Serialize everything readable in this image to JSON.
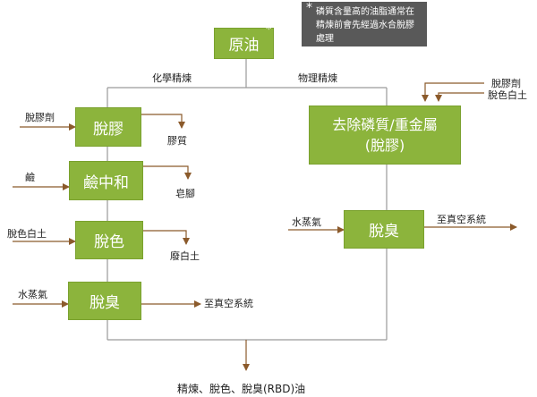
{
  "note": {
    "star": "*",
    "line1": "磷質含量高的油脂通常在",
    "line2": "精煉前會先經過水合脫膠",
    "line3": "處理"
  },
  "top_box": {
    "label": "原油",
    "star": "*"
  },
  "branches": {
    "chemical": "化學精煉",
    "physical": "物理精煉"
  },
  "chemical": {
    "degum": {
      "label": "脫膠",
      "input": "脫膠劑",
      "output": "膠質"
    },
    "neutralize": {
      "label": "鹼中和",
      "input": "鹼",
      "output": "皂腳"
    },
    "bleach": {
      "label": "脫色",
      "input": "脫色白土",
      "output": "廢白土"
    },
    "deodorize": {
      "label": "脫臭",
      "input": "水蒸氣",
      "output": "至真空系統"
    }
  },
  "physical": {
    "remove": {
      "label_line1": "去除磷質/重金屬",
      "label_line2": "(脫膠)",
      "input1": "脫膠劑",
      "input2": "脫色白土"
    },
    "deodorize": {
      "label": "脫臭",
      "input": "水蒸氣",
      "output": "至真空系統"
    }
  },
  "final_output": "精煉、脫色、脫臭(RBD)油",
  "colors": {
    "box_fill": "#8cb43c",
    "arrow": "#8b5a2b",
    "line": "#9a9a9a",
    "note_fill": "#595959"
  }
}
